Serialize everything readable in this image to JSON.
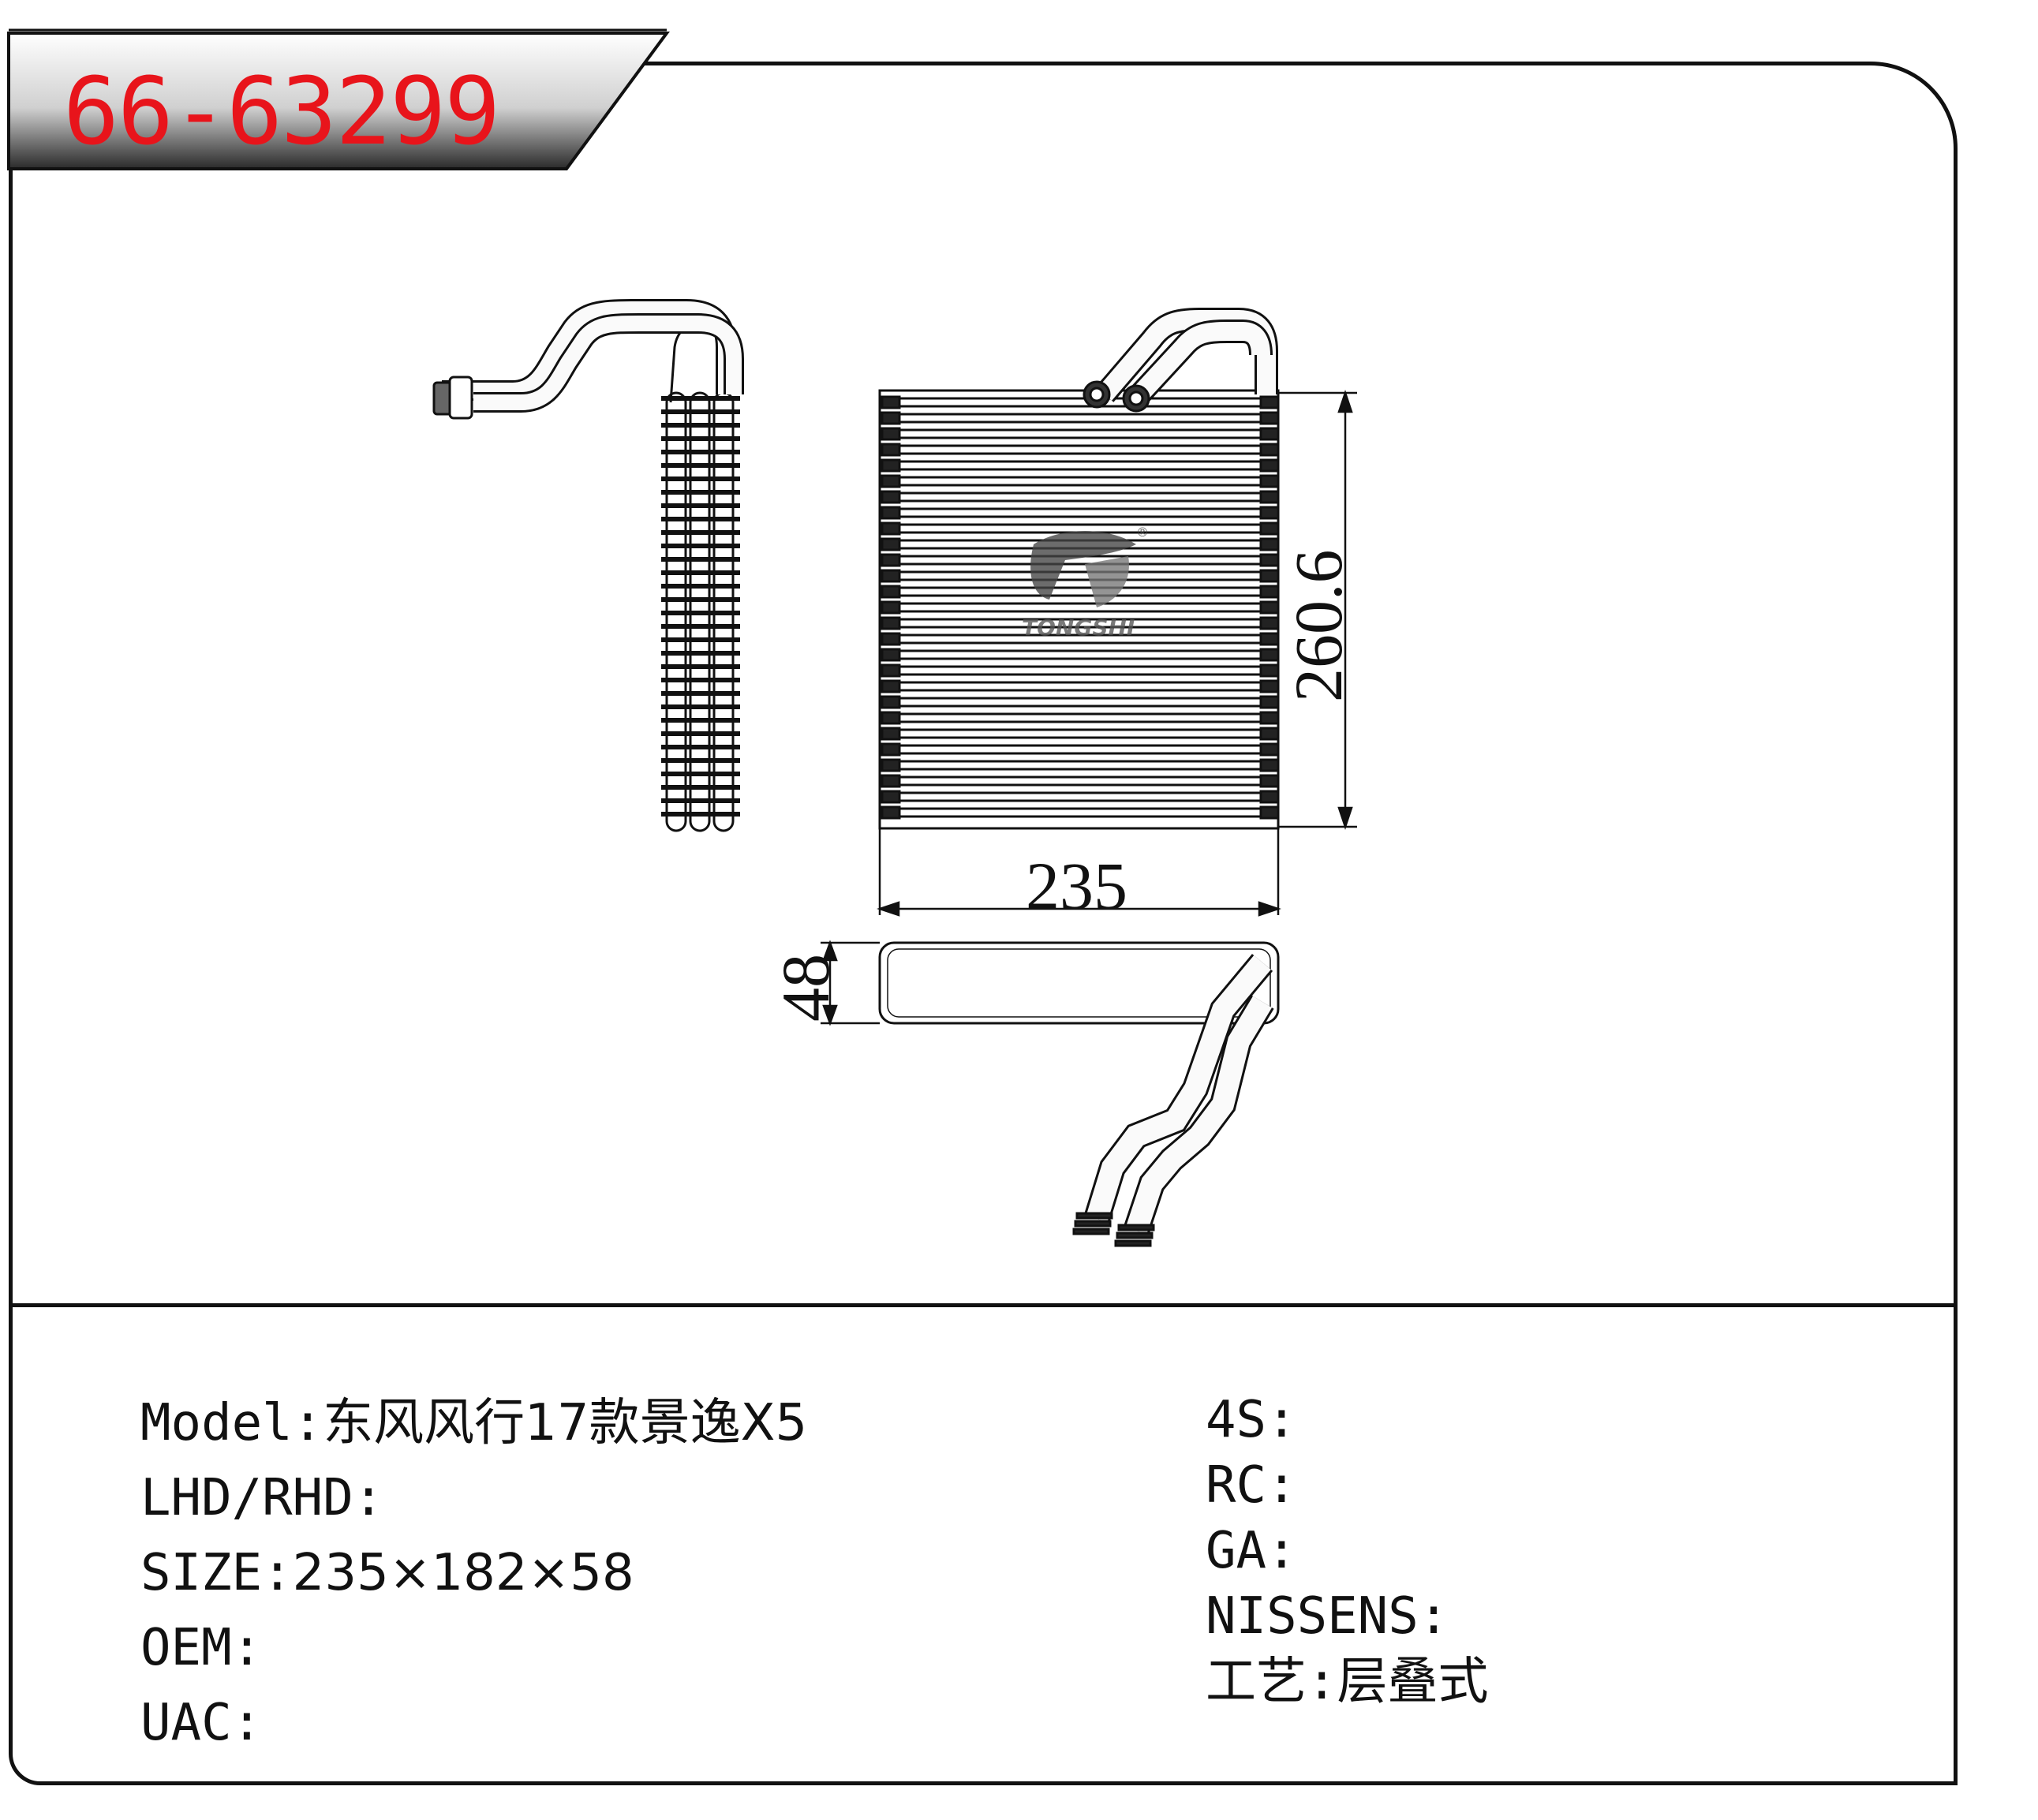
{
  "header": {
    "part_number": "66-63299"
  },
  "drawing": {
    "height_dim": "260.6",
    "width_dim": "235",
    "depth_dim": "48",
    "logo_wordmark": "TONGSHI"
  },
  "info": {
    "left": [
      {
        "label": "Model:",
        "value": "东风风行17款景逸X5"
      },
      {
        "label": "LHD/RHD:",
        "value": ""
      },
      {
        "label": "SIZE:",
        "value": "235×182×58"
      },
      {
        "label": "OEM:",
        "value": ""
      },
      {
        "label": "UAC:",
        "value": ""
      }
    ],
    "right": [
      {
        "label": "4S:",
        "value": ""
      },
      {
        "label": "RC:",
        "value": ""
      },
      {
        "label": "GA:",
        "value": ""
      },
      {
        "label": "NISSENS:",
        "value": ""
      },
      {
        "label": "工艺:",
        "value": "层叠式"
      }
    ]
  }
}
